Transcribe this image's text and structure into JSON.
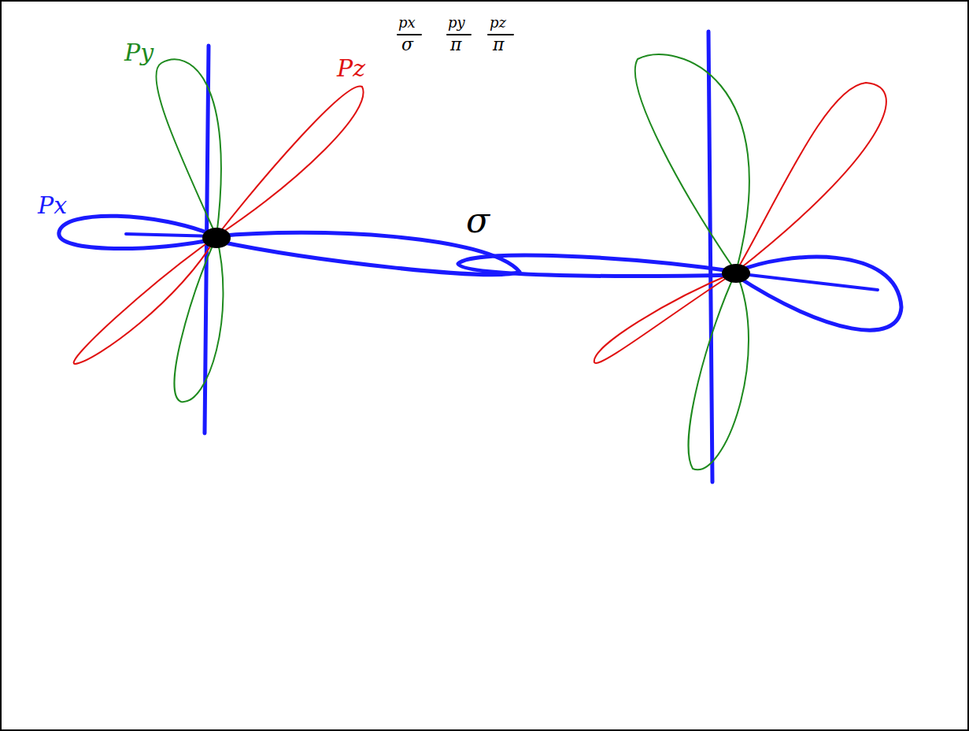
{
  "diagram": {
    "labels": [
      "Py",
      "Pz",
      "px",
      "σ",
      "py",
      "π",
      "pz",
      "π",
      "Px",
      "σ"
    ]
  }
}
